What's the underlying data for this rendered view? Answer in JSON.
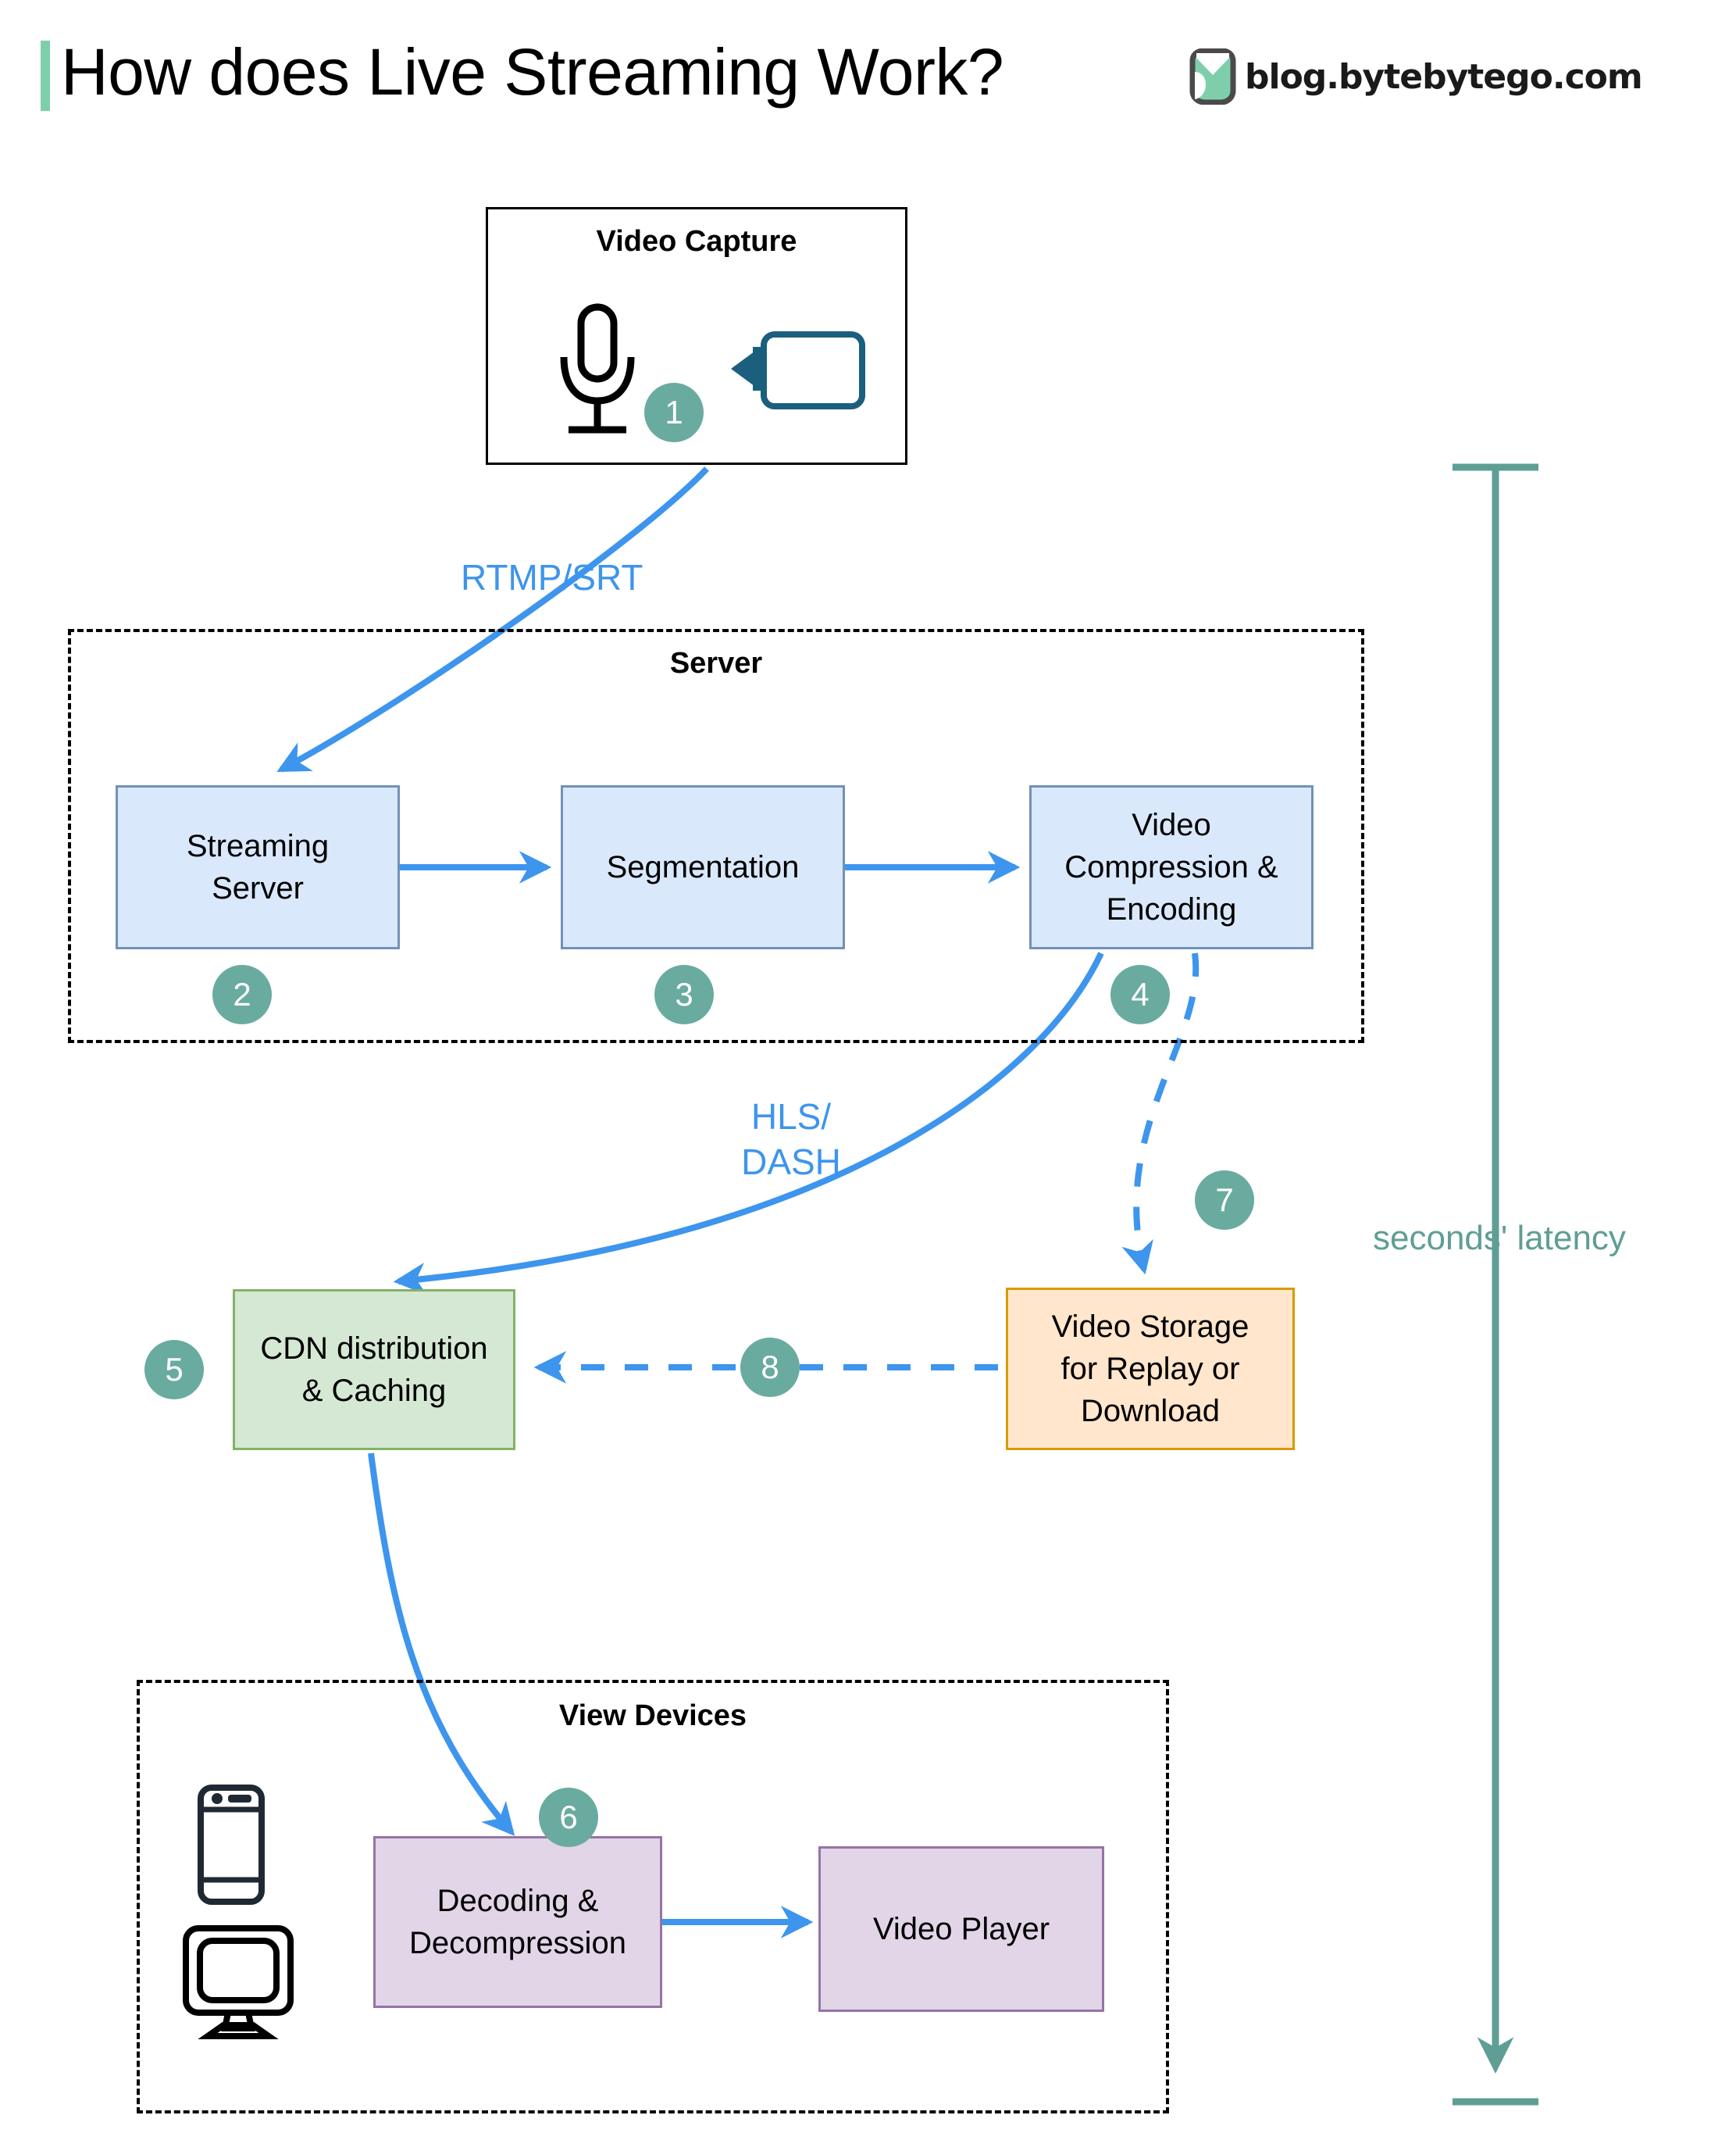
{
  "header": {
    "title": "How does Live Streaming Work?",
    "brand_text": "blog.bytebytego.com",
    "accent_color": "#7fceab"
  },
  "colors": {
    "flow_blue": "#3d95ed",
    "badge_teal": "#6aab9f",
    "latency_teal": "#5f9e95",
    "blue_node_fill": "#dae8fc",
    "blue_node_border": "#7191b8",
    "green_node_fill": "#d5e8d4",
    "green_node_border": "#82b366",
    "orange_node_fill": "#ffe6cc",
    "orange_node_border": "#d79b00",
    "purple_node_fill": "#e1d5e7",
    "purple_node_border": "#9673a6"
  },
  "groups": {
    "video_capture": {
      "title": "Video Capture"
    },
    "server": {
      "title": "Server"
    },
    "view_devices": {
      "title": "View Devices"
    }
  },
  "nodes": {
    "streaming_server": {
      "label": "Streaming\nServer"
    },
    "segmentation": {
      "label": "Segmentation"
    },
    "video_compression": {
      "label": "Video\nCompression &\nEncoding"
    },
    "cdn": {
      "label": "CDN distribution\n& Caching"
    },
    "video_storage": {
      "label": "Video Storage\nfor Replay or\nDownload"
    },
    "decoding": {
      "label": "Decoding &\nDecompression"
    },
    "video_player": {
      "label": "Video Player"
    }
  },
  "badges": {
    "b1": "1",
    "b2": "2",
    "b3": "3",
    "b4": "4",
    "b5": "5",
    "b6": "6",
    "b7": "7",
    "b8": "8"
  },
  "edge_labels": {
    "rtmp_srt": "RTMP/SRT",
    "hls_dash": "HLS/\nDASH"
  },
  "annotations": {
    "latency": "seconds' latency"
  },
  "icons": {
    "microphone": "microphone-icon",
    "camera": "video-camera-icon",
    "phone": "smartphone-icon",
    "monitor": "desktop-monitor-icon",
    "logo": "bytebytego-logo-icon"
  }
}
